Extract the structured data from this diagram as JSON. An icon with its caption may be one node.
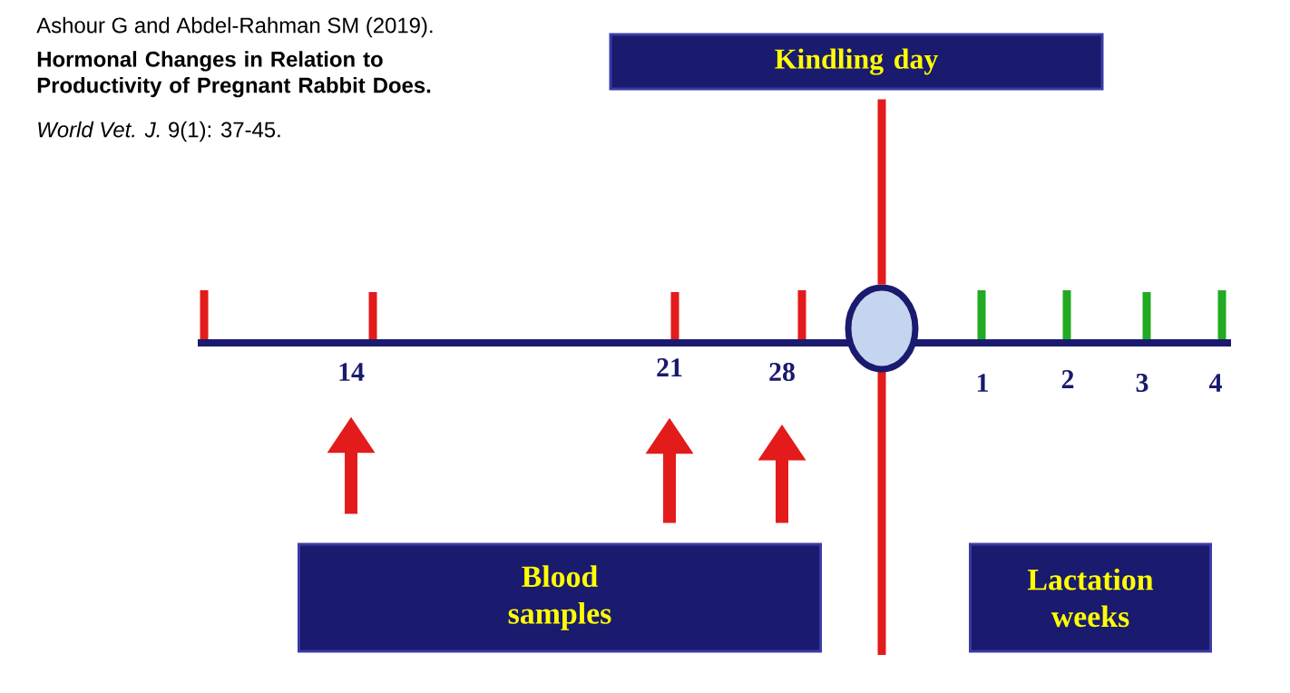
{
  "diagram": {
    "nodes": [
      {
        "text": [
          "Kindling day"
        ]
      },
      {
        "text": [
          "Blood samples"
        ]
      },
      {
        "text": [
          "Lactation weeks"
        ]
      },
      {
        "text": [],
        "shape": "circle"
      },
      {
        "text": [
          "14"
        ]
      },
      {
        "text": [
          "21"
        ]
      },
      {
        "text": [
          "28"
        ]
      }
    ],
    "edges": [
      {
        "from": 0,
        "to": 3,
        "arrow": "none"
      },
      {
        "from": 1,
        "to": 4,
        "arrow": "to"
      },
      {
        "from": 1,
        "to": 5,
        "arrow": "to"
      },
      {
        "from": 1,
        "to": 6,
        "arrow": "to"
      }
    ],
    "labels": [
      "Ashour G and Abdel-Rahman SM (2019).",
      "Hormonal Changes in Relation to Productivity of Pregnant Rabbit Does.",
      "*World Vet. J.* 9(1): 37-45.",
      "1",
      "2",
      "3",
      "4"
    ]
  }
}
